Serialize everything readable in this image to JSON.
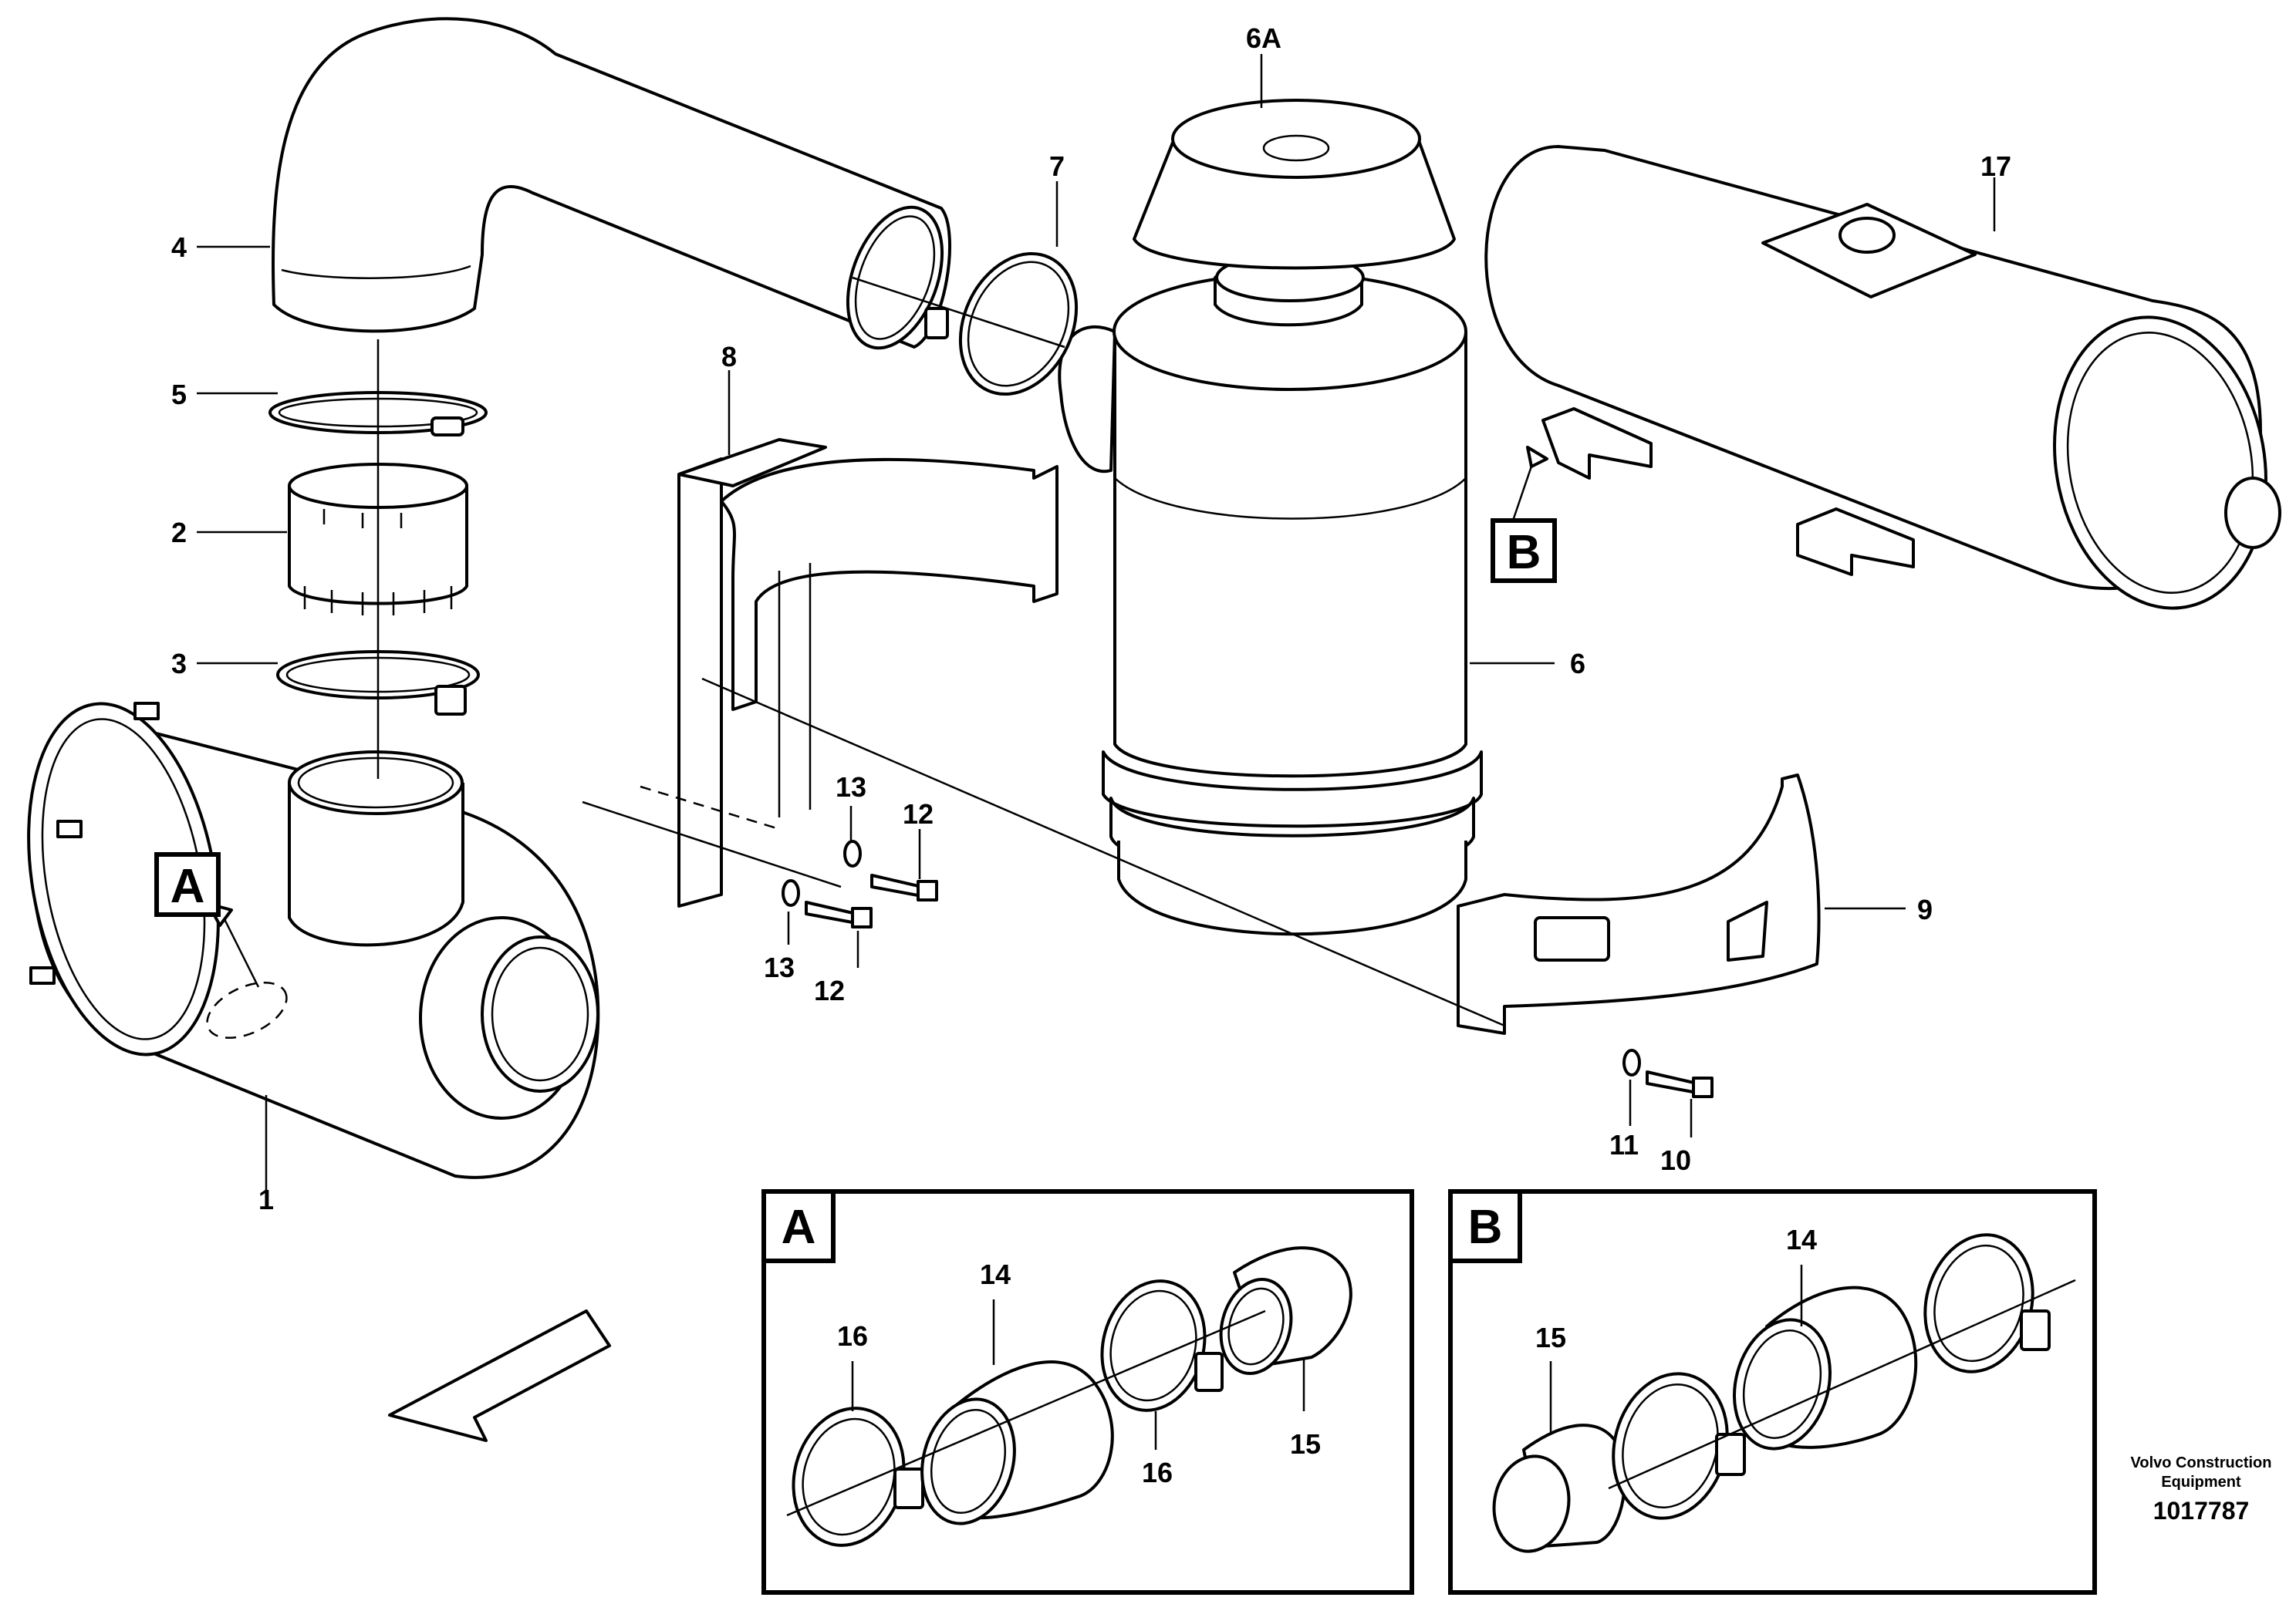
{
  "diagram": {
    "callouts": {
      "c1": "1",
      "c2": "2",
      "c3": "3",
      "c4": "4",
      "c5": "5",
      "c6": "6",
      "c6a": "6A",
      "c7": "7",
      "c8": "8",
      "c9": "9",
      "c10": "10",
      "c11": "11",
      "c12a": "12",
      "c12b": "12",
      "c13a": "13",
      "c13b": "13",
      "c17": "17",
      "inset_a_14": "14",
      "inset_a_15": "15",
      "inset_a_16a": "16",
      "inset_a_16b": "16",
      "inset_b_14": "14",
      "inset_b_15": "15"
    },
    "markers": {
      "a": "A",
      "b": "B"
    },
    "insets": {
      "a_title": "A",
      "b_title": "B"
    },
    "footer": {
      "company_line1": "Volvo Construction",
      "company_line2": "Equipment",
      "drawing_number": "1017787"
    }
  }
}
